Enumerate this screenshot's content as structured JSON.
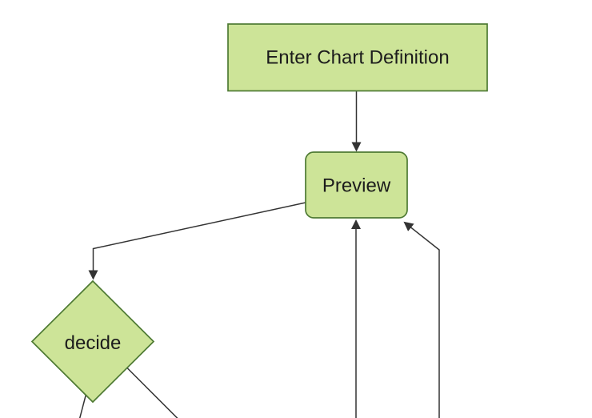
{
  "diagram": {
    "type": "flowchart",
    "direction": "top-down",
    "nodes": {
      "enter_chart_definition": {
        "label": "Enter Chart Definition",
        "shape": "rectangle"
      },
      "preview": {
        "label": "Preview",
        "shape": "rounded-rectangle"
      },
      "decide": {
        "label": "decide",
        "shape": "diamond"
      }
    },
    "edges": [
      {
        "from": "enter_chart_definition",
        "to": "preview",
        "arrowhead": true
      },
      {
        "from": "preview",
        "to": "decide",
        "arrowhead": true
      },
      {
        "from": "decide",
        "to": "offscreen-bottom-left",
        "arrowhead": false
      },
      {
        "from": "decide",
        "to": "offscreen-bottom-right",
        "arrowhead": false
      },
      {
        "from": "offscreen-bottom",
        "to": "preview",
        "arrowhead": true
      },
      {
        "from": "offscreen-bottom-right",
        "to": "preview",
        "arrowhead": true
      }
    ],
    "colors": {
      "node_fill": "#cde498",
      "node_stroke": "#4e7a33",
      "edge_line": "#333333",
      "label_text": "#1c1c1c",
      "background": "#ffffff"
    }
  }
}
